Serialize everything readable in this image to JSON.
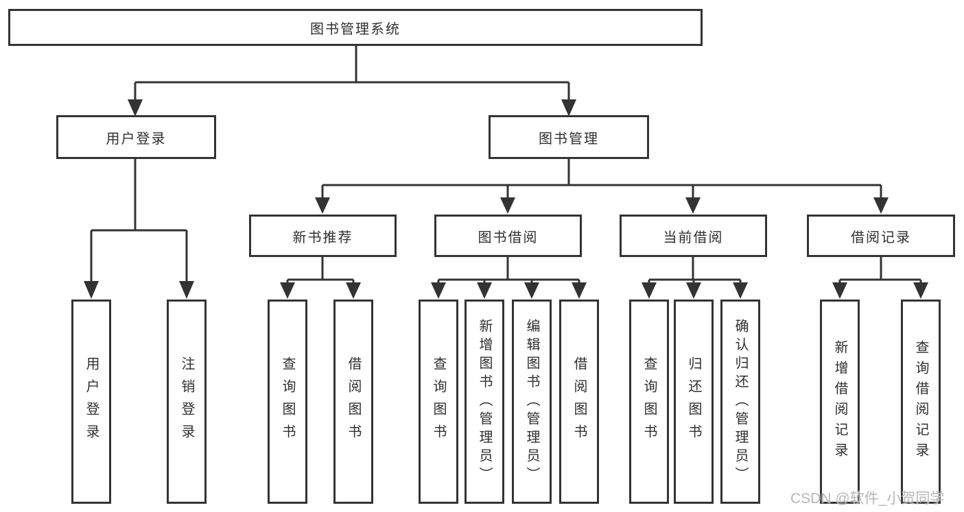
{
  "diagram": {
    "title": "图书管理系统",
    "branches": [
      {
        "label": "用户登录",
        "children": [
          {
            "label": "用户登录"
          },
          {
            "label": "注销登录"
          }
        ]
      },
      {
        "label": "图书管理",
        "children": [
          {
            "label": "新书推荐",
            "children": [
              {
                "label": "查询图书"
              },
              {
                "label": "借阅图书"
              }
            ]
          },
          {
            "label": "图书借阅",
            "children": [
              {
                "label": "查询图书"
              },
              {
                "label": "新增图书（管理员）"
              },
              {
                "label": "编辑图书（管理员）"
              },
              {
                "label": "借阅图书"
              }
            ]
          },
          {
            "label": "当前借阅",
            "children": [
              {
                "label": "查询图书"
              },
              {
                "label": "归还图书"
              },
              {
                "label": "确认归还（管理员）"
              }
            ]
          },
          {
            "label": "借阅记录",
            "children": [
              {
                "label": "新增借阅记录"
              },
              {
                "label": "查询借阅记录"
              }
            ]
          }
        ]
      }
    ]
  },
  "watermark": {
    "text": "CSDN @软件_小贺同学"
  },
  "colors": {
    "line": "#333333",
    "text": "#2f2f2f",
    "background": "#ffffff",
    "watermark": "#b2b2b2"
  }
}
